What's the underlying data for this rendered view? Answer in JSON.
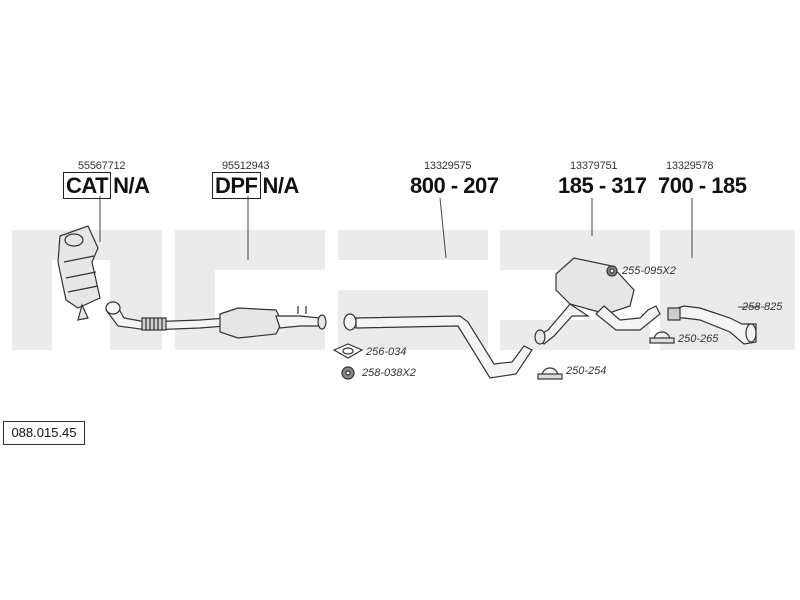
{
  "parts": [
    {
      "oem": "55567712",
      "prefix": "CAT",
      "code": "N/A"
    },
    {
      "oem": "95512943",
      "prefix": "DPF",
      "code": "N/A"
    },
    {
      "oem": "13329575",
      "prefix": "",
      "code": "800 - 207"
    },
    {
      "oem": "13379751",
      "prefix": "",
      "code": "185 - 317"
    },
    {
      "oem": "13329578",
      "prefix": "",
      "code": "700 - 185"
    }
  ],
  "accessories": [
    {
      "code": "256-034",
      "icon": "gasket-icon"
    },
    {
      "code": "258-038X2",
      "icon": "rubber-mount-icon"
    },
    {
      "code": "255-095X2",
      "icon": "rubber-mount-icon"
    },
    {
      "code": "250-254",
      "icon": "clamp-icon"
    },
    {
      "code": "250-265",
      "icon": "clamp-icon"
    },
    {
      "code": "258-825",
      "icon": "hanger-icon"
    }
  ],
  "document_id": "088.015.45",
  "colors": {
    "watermark": "#ebebeb",
    "line": "#444444",
    "part_fill": "#e6e6e6"
  }
}
